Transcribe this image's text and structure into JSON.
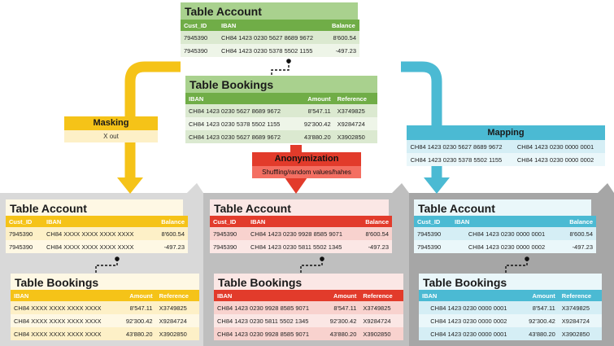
{
  "original": {
    "account": {
      "title": "Table Account",
      "headers": [
        "Cust_ID",
        "IBAN",
        "Balance"
      ],
      "rows": [
        [
          "7945390",
          "CH84 1423 0230 5627 8689 9672",
          "8'600.54"
        ],
        [
          "7945390",
          "CH84 1423 0230 5378 5502 1155",
          "-497.23"
        ]
      ]
    },
    "bookings": {
      "title": "Table Bookings",
      "headers": [
        "IBAN",
        "Amount",
        "Reference"
      ],
      "rows": [
        [
          "CH84 1423 0230 5627 8689 9672",
          "8'547.11",
          "X3749825"
        ],
        [
          "CH84 1423 0230 5378 5502 1155",
          "92'300.42",
          "X9284724"
        ],
        [
          "CH84 1423 0230 5627 8689 9672",
          "43'880.20",
          "X3902850"
        ]
      ]
    }
  },
  "masking": {
    "label": "Masking",
    "sub": "X out",
    "account": {
      "title": "Table Account",
      "headers": [
        "Cust_ID",
        "IBAN",
        "Balance"
      ],
      "rows": [
        [
          "7945390",
          "CH84 XXXX XXXX XXXX XXXX",
          "8'600.54"
        ],
        [
          "7945390",
          "CH84 XXXX XXXX XXXX XXXX",
          "-497.23"
        ]
      ]
    },
    "bookings": {
      "title": "Table Bookings",
      "headers": [
        "IBAN",
        "Amount",
        "Reference"
      ],
      "rows": [
        [
          "CH84 XXXX XXXX XXXX XXXX",
          "8'547.11",
          "X3749825"
        ],
        [
          "CH84 XXXX XXXX XXXX XXXX",
          "92'300.42",
          "X9284724"
        ],
        [
          "CH84 XXXX XXXX XXXX XXXX",
          "43'880.20",
          "X3902850"
        ]
      ]
    }
  },
  "anonymization": {
    "label": "Anonymization",
    "sub": "Shuffling/random values/hahes",
    "account": {
      "title": "Table Account",
      "headers": [
        "Cust_ID",
        "IBAN",
        "Balance"
      ],
      "rows": [
        [
          "7945390",
          "CH84 1423 0230 9928 8585 9071",
          "8'600.54"
        ],
        [
          "7945390",
          "CH84 1423 0230 5811 5502 1345",
          "-497.23"
        ]
      ]
    },
    "bookings": {
      "title": "Table Bookings",
      "headers": [
        "IBAN",
        "Amount",
        "Reference"
      ],
      "rows": [
        [
          "CH84 1423 0230 9928 8585 9071",
          "8'547.11",
          "X3749825"
        ],
        [
          "CH84 1423 0230 5811 5502 1345",
          "92'300.42",
          "X9284724"
        ],
        [
          "CH84 1423 0230 9928 8585 9071",
          "43'880.20",
          "X3902850"
        ]
      ]
    }
  },
  "mapping": {
    "label": "Mapping",
    "rows": [
      [
        "CH84 1423 0230 5627 8689 9672",
        "CH84 1423 0230 0000 0001"
      ],
      [
        "CH84 1423 0230 5378 5502 1155",
        "CH84 1423 0230 0000 0002"
      ]
    ],
    "account": {
      "title": "Table Account",
      "headers": [
        "Cust_ID",
        "IBAN",
        "Balance"
      ],
      "rows": [
        [
          "7945390",
          "CH84 1423 0230 0000 0001",
          "8'600.54"
        ],
        [
          "7945390",
          "CH84 1423 0230 0000 0002",
          "-497.23"
        ]
      ]
    },
    "bookings": {
      "title": "Table Bookings",
      "headers": [
        "IBAN",
        "Amount",
        "Reference"
      ],
      "rows": [
        [
          "CH84 1423 0230 0000 0001",
          "8'547.11",
          "X3749825"
        ],
        [
          "CH84 1423 0230 0000 0002",
          "92'300.42",
          "X9284724"
        ],
        [
          "CH84 1423 0230 0000 0001",
          "43'880.20",
          "X3902850"
        ]
      ]
    }
  },
  "colors": {
    "green": "#70ad47",
    "green_title": "#a9d18e",
    "green_row1": "#dbe9d0",
    "green_row2": "#eef5e8",
    "yellow": "#f5c318",
    "yellow_row1": "#fdf0c7",
    "yellow_row2": "#fef8e4",
    "red": "#e23b2b",
    "red_title": "#f46f62",
    "red_row1": "#f8d2ce",
    "red_row2": "#fbe7e5",
    "blue": "#4bbad3",
    "blue_title": "#93d4e4",
    "blue_row1": "#d5eef5",
    "blue_row2": "#eaf7fa",
    "panel_left": "#d9d9d9",
    "panel_mid": "#bfbfbf",
    "panel_right": "#a6a6a6"
  }
}
